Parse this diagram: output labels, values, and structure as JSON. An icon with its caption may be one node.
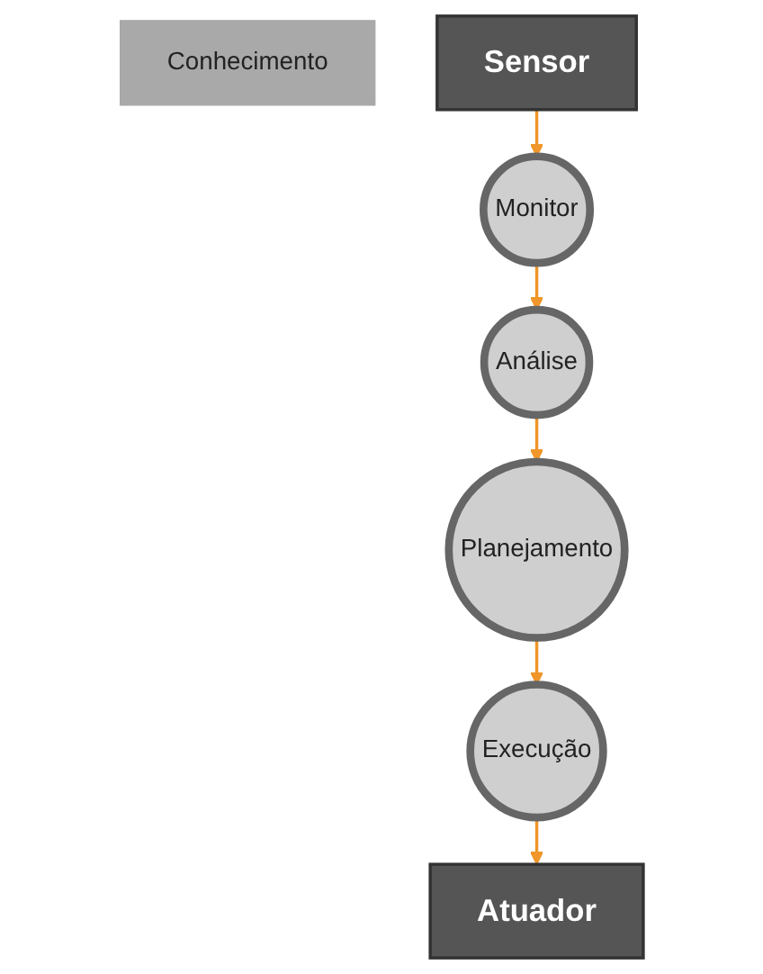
{
  "diagram": {
    "nodes": [
      {
        "text": [
          "Análise"
        ]
      },
      {
        "text": [
          "Planejamento"
        ]
      },
      {
        "text": [
          "Conhecimento"
        ]
      },
      {
        "text": [
          "Monitor"
        ]
      },
      {
        "text": [
          "Execução"
        ]
      },
      {
        "text": [
          "Sensor"
        ]
      },
      {
        "text": [
          "Atuador"
        ]
      }
    ],
    "edges": [
      {
        "from": 0,
        "to": 1,
        "arrow": "to"
      },
      {
        "from": 1,
        "to": 4,
        "arrow": "to"
      },
      {
        "from": 3,
        "to": 0,
        "arrow": "to"
      },
      {
        "from": 5,
        "to": 3,
        "arrow": "to"
      },
      {
        "from": 4,
        "to": 6,
        "arrow": "to"
      }
    ]
  }
}
